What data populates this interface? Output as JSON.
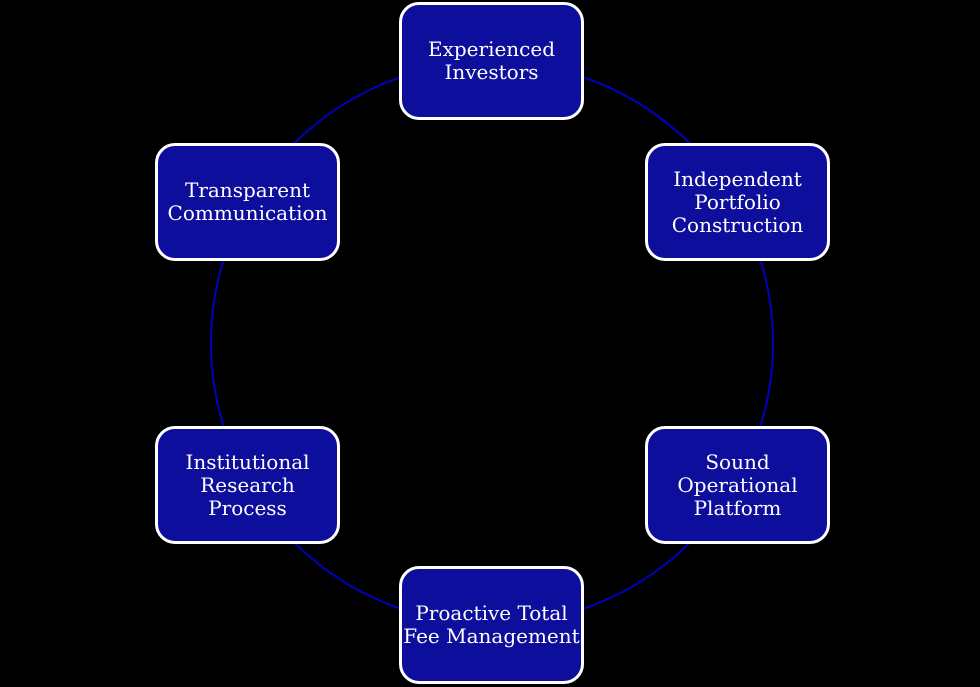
{
  "diagram": {
    "type": "circular-cycle-diagram",
    "nodes": [
      {
        "id": "experienced-investors",
        "lines": [
          "Experienced",
          "Investors"
        ]
      },
      {
        "id": "independent-portfolio-construction",
        "lines": [
          "Independent",
          "Portfolio",
          "Construction"
        ]
      },
      {
        "id": "sound-operational-platform",
        "lines": [
          "Sound",
          "Operational",
          "Platform"
        ]
      },
      {
        "id": "proactive-total-fee-management",
        "lines": [
          "Proactive Total",
          "Fee Management"
        ]
      },
      {
        "id": "institutional-research-process",
        "lines": [
          "Institutional",
          "Research Process"
        ]
      },
      {
        "id": "transparent-communication",
        "lines": [
          "Transparent",
          "Communication"
        ]
      }
    ]
  },
  "colors": {
    "background": "#000000",
    "box_fill": "#0e0e9c",
    "box_border": "#ffffff",
    "circle_stroke": "#0000bf",
    "text_color": "#ffffff"
  }
}
